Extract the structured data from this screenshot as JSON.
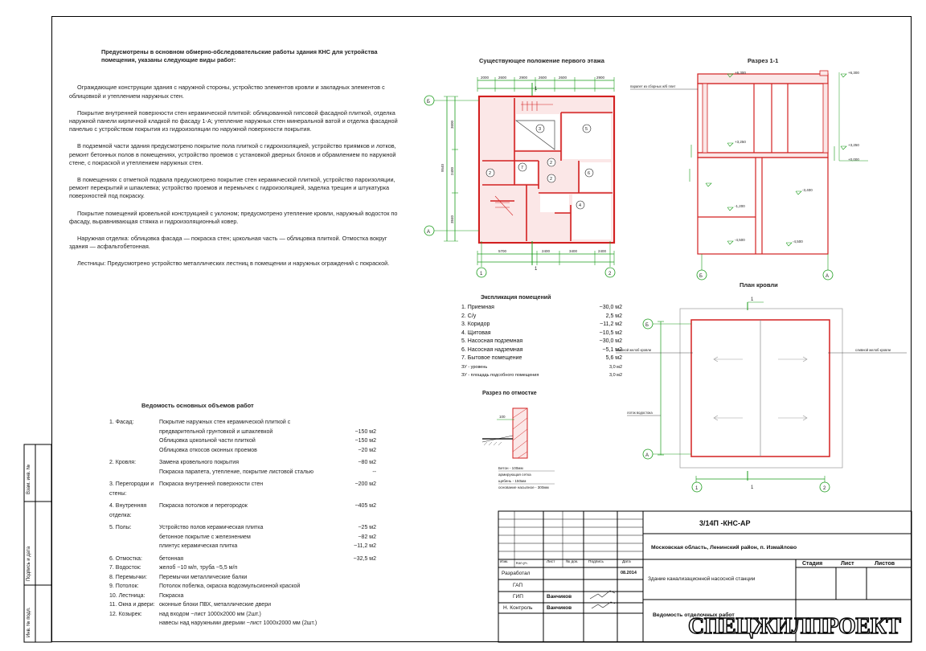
{
  "notes": {
    "intro": "Предусмотрены в основном обмерно-обследовательские работы здания КНС для устройства помещения, указаны следующие виды работ:",
    "paragraphs": [
      "Ограждающие конструкции здания с наружной стороны, устройство элементов кровли и закладных элементов с облицовкой и утеплением наружных стен.",
      "Покрытие внутренней поверхности стен керамической плиткой: облицованной гипсовой фасадной плиткой, отделка наружной панели кирпичной кладкой по фасаду 1-А; утепление наружных стен минеральной ватой и отделка фасадной панелью с устройством покрытия из гидроизоляции по наружной поверхности покрытия.",
      "В подземной части здания предусмотрено покрытие пола плиткой с гидроизоляцией, устройство приямков и лотков, ремонт бетонных полов в помещениях, устройство проемов с установкой дверных блоков и обрамлением по наружной стене, с покраской и утеплением наружных стен.",
      "В помещениях с отметкой подвала предусмотрено покрытие стен керамической плиткой, устройство пароизоляции, ремонт перекрытий и шпаклевка; устройство проемов и перемычек с гидроизоляцией, заделка трещин и штукатурка поверхностей под покраску.",
      "Покрытие помещений кровельной конструкцией с уклоном; предусмотрено утепление кровли, наружный водосток по фасаду, выравнивающая стяжка и гидроизоляционный ковер.",
      "Наружная отделка: облицовка фасада — покраска стен; цокольная часть — облицовка плиткой. Отмостка вокруг здания — асфальтобетонная.",
      "Лестницы: Предусмотрено устройство металлических лестниц в помещении и наружных ограждений с покраской."
    ]
  },
  "volumes_title": "Ведомость основных объемов работ",
  "volumes": [
    {
      "n": "1. Фасад:",
      "name": "Покрытие наружных стен керамической плиткой с",
      "val": ""
    },
    {
      "n": "",
      "name": "предварительной грунтовкой и шпаклевкой",
      "val": "~150 м2"
    },
    {
      "n": "",
      "name": "Облицовка цокольной части плиткой",
      "val": "~150 м2"
    },
    {
      "n": "",
      "name": "Облицовка откосов оконных проемов",
      "val": "~20 м2"
    },
    {
      "n": "2. Кровля:",
      "name": "Замена кровельного покрытия",
      "val": "~80 м2"
    },
    {
      "n": "",
      "name": "Покраска парапета, утепление, покрытие листовой сталью",
      "val": "--"
    },
    {
      "n": "3. Перегородки и стены:",
      "name": "Покраска внутренней поверхности стен",
      "val": "~200 м2"
    },
    {
      "n": "4. Внутренняя отделка:",
      "name": "Покраска потолков и перегородок",
      "val": "~405 м2"
    },
    {
      "n": "5. Полы:",
      "name": "Устройство полов керамическая плитка",
      "val": "~25 м2"
    },
    {
      "n": "",
      "name": "бетонное покрытие с железнением",
      "val": "~82 м2"
    },
    {
      "n": "",
      "name": "плинтус керамическая плитка",
      "val": "~11,2 м2"
    },
    {
      "n": "6. Отмостка:",
      "name": "бетонная",
      "val": "~32,5 м2"
    },
    {
      "n": "7. Водосток:",
      "name": "желоб ~10 м/п, труба ~5,5 м/п",
      "val": ""
    },
    {
      "n": "8. Перемычки:",
      "name": "Перемычки металлические балки",
      "val": ""
    },
    {
      "n": "9. Потолок:",
      "name": "Потолок побелка, окраска водоэмульсионной краской",
      "val": ""
    },
    {
      "n": "10. Лестница:",
      "name": "Покраска",
      "val": ""
    },
    {
      "n": "11. Окна и двери:",
      "name": "оконные блоки ПВХ, металлические двери",
      "val": ""
    },
    {
      "n": "12. Козырек:",
      "name": "над входом ~лист 1000х2000 мм (2шт.)",
      "val": ""
    },
    {
      "n": "",
      "name": "навесы над наружными дверьми ~лист 1000х2000 мм (2шт.)",
      "val": ""
    }
  ],
  "drawings": {
    "plan_title": "Существующее положение первого этажа",
    "section_title": "Разрез 1-1",
    "roof_title": "План кровли",
    "detail_title": "Разрез по отмостке",
    "legend_title": "Экспликация помещений",
    "plan_axes": {
      "rows": [
        "Б",
        "А"
      ],
      "cols": [
        "1",
        "2"
      ]
    },
    "plan_dims_top": [
      "2000",
      "2600",
      "2900",
      "2600",
      "2600",
      "2900"
    ],
    "plan_dims_bottom": [
      "5700",
      "2400",
      "3400",
      "2400"
    ],
    "plan_dims_left": [
      "9540",
      "3600",
      "2400",
      "3840"
    ],
    "section_marks": [
      "+6,300",
      "+3,250",
      "+0,000",
      "-1,200",
      "-3,400",
      "-4,500"
    ],
    "roof_notes": [
      "сливной желоб кровли",
      "лоток водостока",
      "сливной желоб кровли"
    ],
    "detail_notes": [
      "Бетон - 100мм",
      "армирующая сетка",
      "щебень - 150мм",
      "основание насыпное - 300мм"
    ],
    "section_note": "парапет из сборных ж/б плит"
  },
  "legend": [
    {
      "name": "1. Приемная",
      "val": "~30,0 м2"
    },
    {
      "name": "2. С/у",
      "val": "2,5 м2"
    },
    {
      "name": "3. Коридор",
      "val": "~11,2 м2"
    },
    {
      "name": "4. Щитовая",
      "val": "~10,5 м2"
    },
    {
      "name": "5. Насосная подземная",
      "val": "~30,0 м2"
    },
    {
      "name": "6. Насосная надземная",
      "val": "~5,1 м2"
    },
    {
      "name": "7. Бытовое помещение",
      "val": "5,6 м2"
    },
    {
      "name": "ЗУ - уровень",
      "val": "3,0 м2"
    },
    {
      "name": "ЗУ - площадь подсобного помещения",
      "val": "3,0 м2"
    }
  ],
  "title_block": {
    "code": "3/14П -КНС-АР",
    "address": "Московская область, Ленинский район, п. Измайлово",
    "object": "Здание канализационной насосной станции",
    "sheet_name": "Ведомость отделочных работ",
    "headers": [
      "Изм.",
      "Кол.уч.",
      "Лист",
      "№ док.",
      "Подпись",
      "Дата"
    ],
    "roles": [
      "Разработал",
      "ГАП",
      "ГИП",
      "Н. Контроль"
    ],
    "names": [
      "",
      "",
      "Ванчиков",
      "Ванчиков"
    ],
    "date": "08.2014",
    "stage_headers": [
      "Стадия",
      "Лист",
      "Листов"
    ],
    "company": "СПЕЦЖИЛПРОЕКТ"
  },
  "side_block": [
    "Инв. № подл.",
    "Подпись и дата",
    "Взам. инв. №"
  ]
}
